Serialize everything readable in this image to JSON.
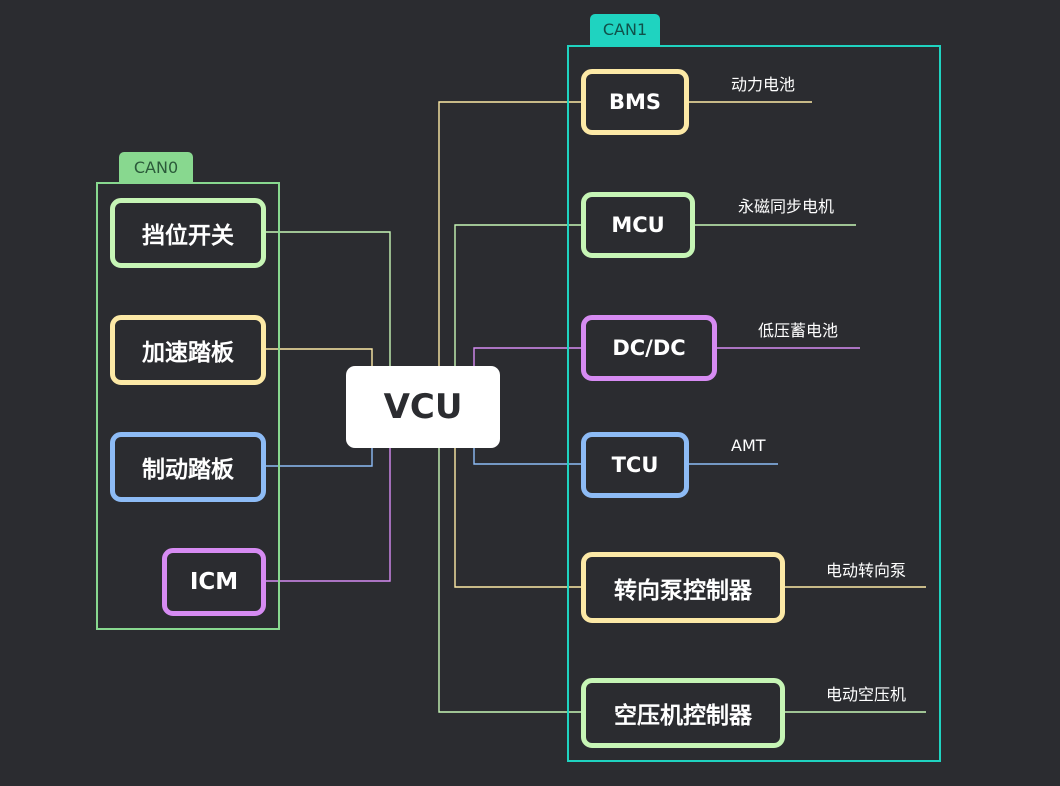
{
  "buses": {
    "can0": {
      "label": "CAN0",
      "color": "#88d88f"
    },
    "can1": {
      "label": "CAN1",
      "color": "#1fd3c0"
    }
  },
  "center": {
    "label": "VCU"
  },
  "left_nodes": [
    {
      "label": "挡位开关",
      "color": "#c6f5b5"
    },
    {
      "label": "加速踏板",
      "color": "#fce9a6"
    },
    {
      "label": "制动踏板",
      "color": "#8dbbf5"
    },
    {
      "label": "ICM",
      "color": "#d68bf2"
    }
  ],
  "right_nodes": [
    {
      "label": "BMS",
      "device": "动力电池",
      "color": "#fce9a6"
    },
    {
      "label": "MCU",
      "device": "永磁同步电机",
      "color": "#c6f5b5"
    },
    {
      "label": "DC/DC",
      "device": "低压蓄电池",
      "color": "#d68bf2"
    },
    {
      "label": "TCU",
      "device": "AMT",
      "color": "#8dbbf5"
    },
    {
      "label": "转向泵控制器",
      "device": "电动转向泵",
      "color": "#fce9a6"
    },
    {
      "label": "空压机控制器",
      "device": "电动空压机",
      "color": "#c6f5b5"
    }
  ]
}
